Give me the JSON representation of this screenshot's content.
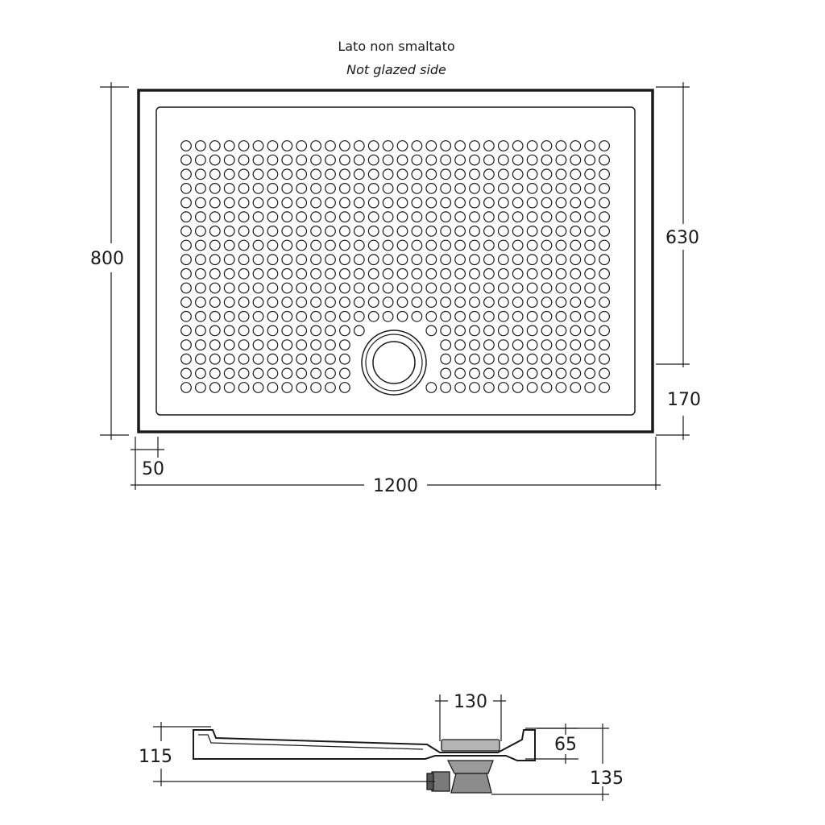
{
  "caption": {
    "line1": "Lato non smaltato",
    "line2": "Not glazed side"
  },
  "top_view": {
    "dimensions": {
      "overall_width": "1200",
      "overall_depth": "800",
      "drain_to_back": "630",
      "drain_to_front": "170",
      "rim_width": "50"
    },
    "texture": {
      "columns": 30,
      "rows": 18
    }
  },
  "side_view": {
    "dimensions": {
      "tray_height": "115",
      "drain_diameter": "130",
      "rim_height": "65",
      "total_height": "135"
    }
  },
  "colors": {
    "line": "#1a1a1a",
    "fitting": "#8c8c8c",
    "background": "#ffffff"
  }
}
